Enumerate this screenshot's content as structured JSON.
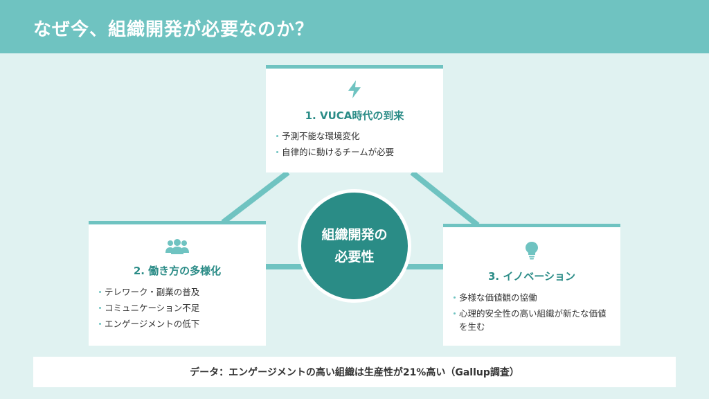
{
  "header": {
    "title": "なぜ今、組織開発が必要なのか？"
  },
  "center": {
    "line1": "組織開発の",
    "line2": "必要性"
  },
  "cards": [
    {
      "icon": "lightning-bolt-icon",
      "title": "1. VUCA時代の到来",
      "bullets": [
        "予測不能な環境変化",
        "自律的に動けるチームが必要"
      ]
    },
    {
      "icon": "people-group-icon",
      "title": "2. 働き方の多様化",
      "bullets": [
        "テレワーク・副業の普及",
        "コミュニケーション不足",
        "エンゲージメントの低下"
      ]
    },
    {
      "icon": "lightbulb-icon",
      "title": "3. イノベーション",
      "bullets": [
        "多様な価値観の協働",
        "心理的安全性の高い組織が新たな価値を生む"
      ]
    }
  ],
  "footer": {
    "text": "データ：エンゲージメントの高い組織は生産性が21%高い（Gallup調査）"
  },
  "colors": {
    "accent": "#6fc3c1",
    "dark_accent": "#2a8c86",
    "background": "#e0f2f1",
    "card": "#ffffff"
  }
}
